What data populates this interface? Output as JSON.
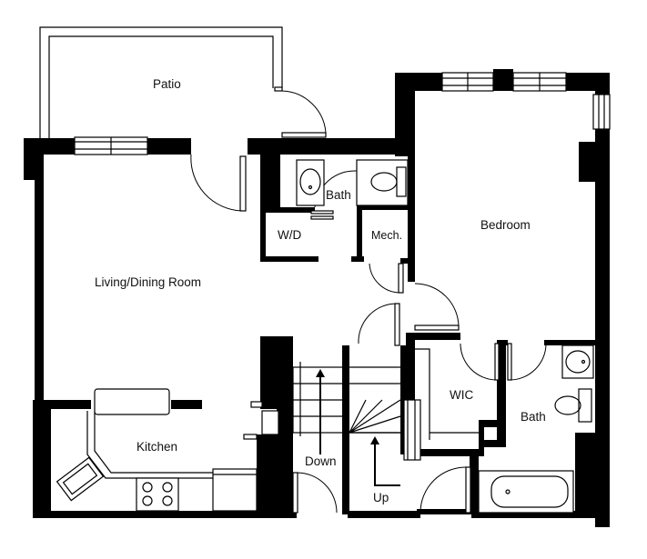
{
  "rooms": {
    "patio": "Patio",
    "living_dining": "Living/Dining Room",
    "kitchen": "Kitchen",
    "bath_upper": "Bath",
    "wd": "W/D",
    "mech": "Mech.",
    "bedroom": "Bedroom",
    "wic": "WIC",
    "bath_lower": "Bath"
  },
  "stairs": {
    "down": "Down",
    "up": "Up"
  },
  "colors": {
    "wall": "#000000",
    "background": "#ffffff"
  }
}
